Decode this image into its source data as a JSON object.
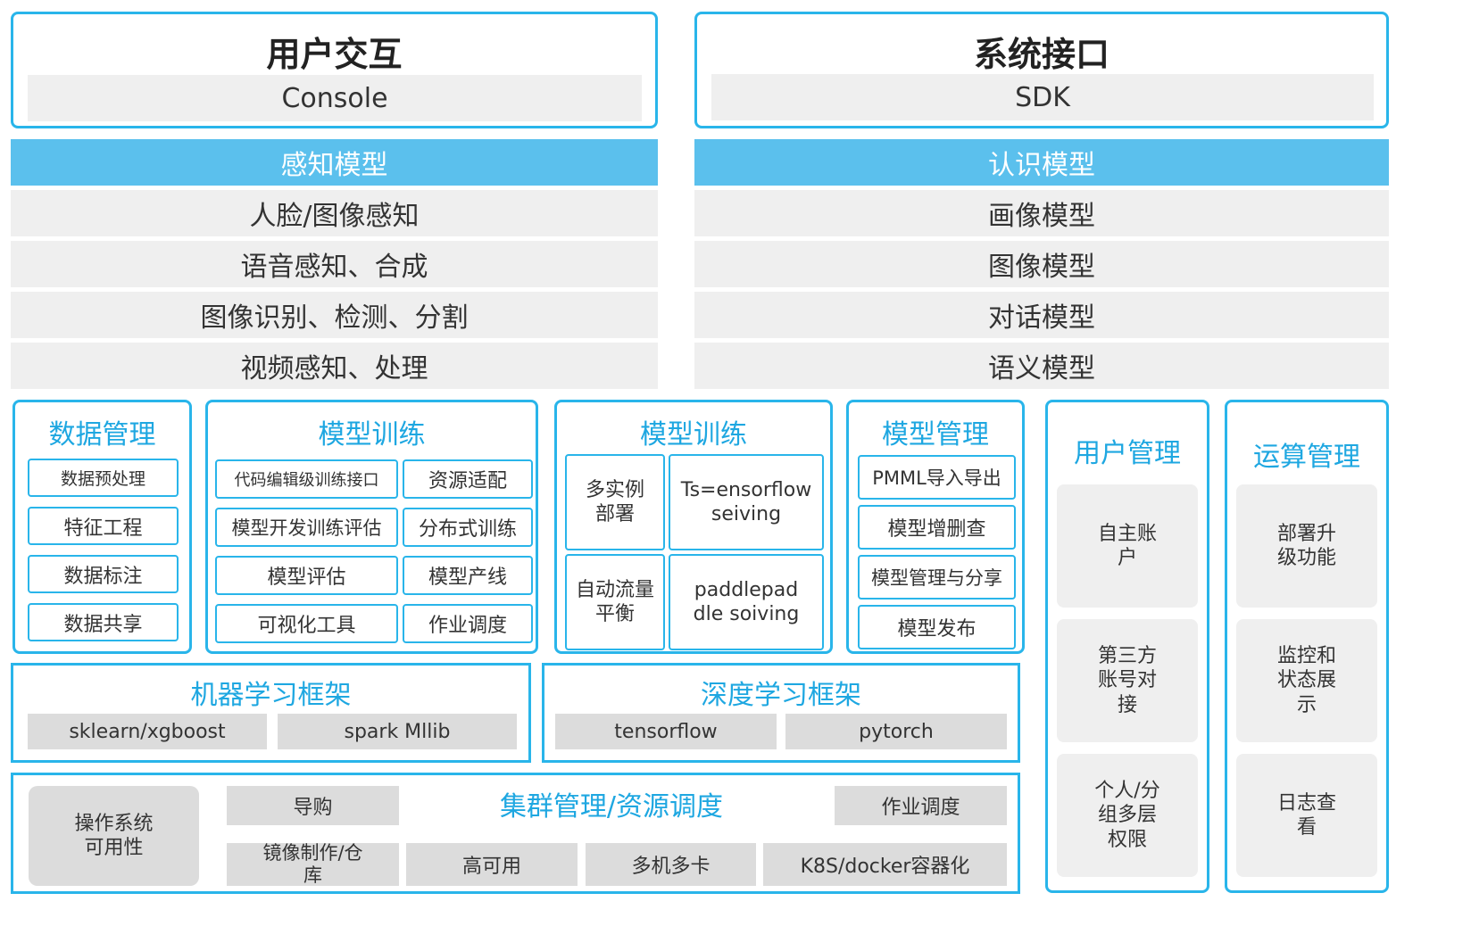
{
  "user_interaction": {
    "title": "用户交互",
    "sub": "Console"
  },
  "system_interface": {
    "title": "系统接口",
    "sub": "SDK"
  },
  "perception": {
    "header": "感知模型",
    "items": [
      "人脸/图像感知",
      "语音感知、合成",
      "图像识别、检测、分割",
      "视频感知、处理"
    ]
  },
  "cognition": {
    "header": "认识模型",
    "items": [
      "画像模型",
      "图像模型",
      "对话模型",
      "语义模型"
    ]
  },
  "data_mgmt": {
    "title": "数据管理",
    "items": [
      "数据预处理",
      "特征工程",
      "数据标注",
      "数据共享"
    ]
  },
  "model_training_1": {
    "title": "模型训练",
    "items": [
      "代码编辑级训练接口",
      "资源适配",
      "模型开发训练评估",
      "分布式训练",
      "模型评估",
      "模型产线",
      "可视化工具",
      "作业调度"
    ]
  },
  "model_training_2": {
    "title": "模型训练",
    "items": [
      "多实例\n部署",
      "Ts=ensorflow\nseiving",
      "自动流量\n平衡",
      "paddlepad\ndle  soiving"
    ]
  },
  "model_mgmt": {
    "title": "模型管理",
    "items": [
      "PMML导入导出",
      "模型增删查",
      "模型管理与分享",
      "模型发布"
    ]
  },
  "user_mgmt": {
    "title": "用户管理",
    "items": [
      "自主账\n户",
      "第三方\n账号对\n接",
      "个人/分\n组多层\n权限"
    ]
  },
  "compute_mgmt": {
    "title": "运算管理",
    "items": [
      "部署升\n级功能",
      "监控和\n状态展\n示",
      "日志查\n看"
    ]
  },
  "ml_framework": {
    "title": "机器学习框架",
    "items": [
      "sklearn/xgboost",
      "spark Mllib"
    ]
  },
  "dl_framework": {
    "title": "深度学习框架",
    "items": [
      "tensorflow",
      "pytorch"
    ]
  },
  "cluster": {
    "title": "集群管理/资源调度",
    "os": "操作系统\n可用性",
    "guide": "导购",
    "job": "作业调度",
    "mirror": "镜像制作/仓\n库",
    "ha": "高可用",
    "multi": "多机多卡",
    "k8s": "K8S/docker容器化"
  },
  "colors": {
    "accent": "#29b5ea",
    "header_fill": "#5bc0ed",
    "grey_light": "#efefef",
    "grey_dark": "#dcdcdc"
  }
}
